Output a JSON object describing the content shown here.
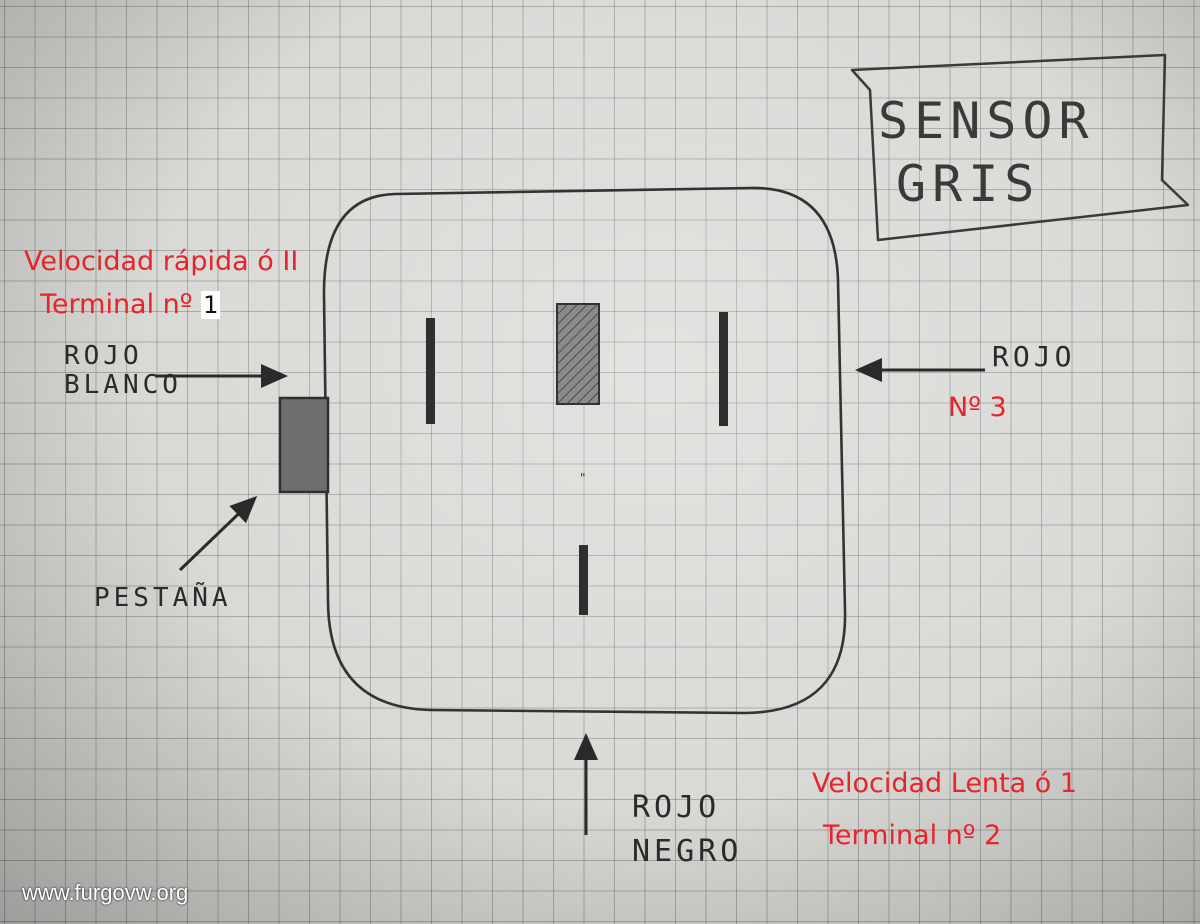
{
  "title": {
    "line1": "SENSOR",
    "line2": "GRIS"
  },
  "annotations": {
    "fast_speed": "Velocidad rápida ó II",
    "terminal_fast_prefix": "Terminal nº",
    "terminal_fast_number": "1",
    "left_wire_line1": "ROJO",
    "left_wire_line2": "BLANCO",
    "tab_label": "PESTAÑA",
    "right_wire": "ROJO",
    "right_terminal": "Nº 3",
    "bottom_wire_line1": "ROJO",
    "bottom_wire_line2": "NEGRO",
    "slow_speed": "Velocidad Lenta ó 1",
    "terminal_slow": "Terminal nº 2"
  },
  "watermark": "www.furgovw.org",
  "colors": {
    "ink": "#2a2a2a",
    "red_annotation": "#e8232a",
    "hatch": "#555555"
  }
}
